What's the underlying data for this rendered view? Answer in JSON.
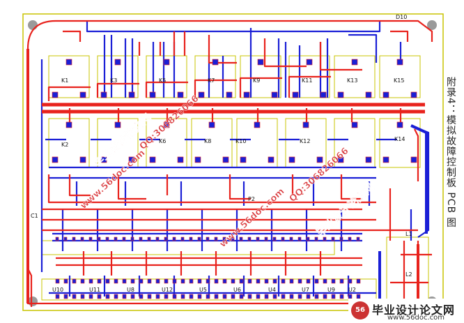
{
  "caption": "附录4：模拟故障控制板 PCB 图",
  "board": {
    "relay_labels": [
      "K1",
      "K3",
      "K5",
      "K7",
      "K9",
      "K11",
      "K13",
      "K15",
      "K2",
      "K6",
      "K8",
      "K10",
      "K12",
      "K14"
    ],
    "top_labels": [
      "D10"
    ],
    "ic_labels": [
      "U10",
      "U11",
      "U8",
      "U12",
      "U5",
      "U6",
      "U4",
      "U7",
      "U9",
      "U2"
    ],
    "misc_labels": [
      "P2",
      "C1",
      "L1",
      "L2"
    ]
  },
  "watermarks": [
    "毕业设计论文网",
    "www.56doc.com",
    "QQ:306826066"
  ],
  "logo": {
    "name": "毕业设计论文网",
    "site": "www.56doc.com"
  },
  "colors": {
    "top_copper": "#e8221c",
    "bottom_copper": "#1a1fd6",
    "silkscreen": "#c9c400",
    "hole": "#9a9a9a",
    "watermark": "#d6262a"
  }
}
